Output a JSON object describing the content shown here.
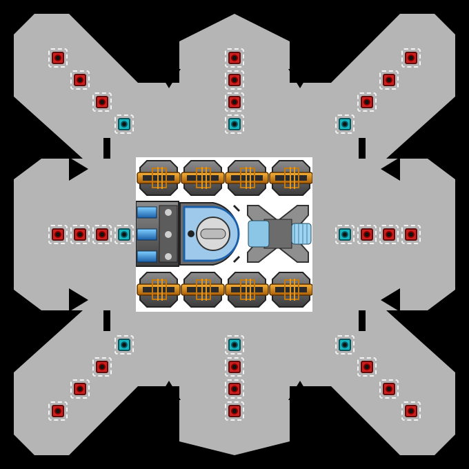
{
  "scene": {
    "type": "ship-builder-grid",
    "colors": {
      "background": "#000000",
      "hull": "#b5b5b5",
      "module_bay": "#ffffff",
      "red_block": "#d01e1e",
      "cyan_block": "#12b7c4",
      "thruster_accent": "#e08a12",
      "shield_blue": "#3a8fd6"
    },
    "legend": {
      "red_block": "red-armor-block",
      "cyan_block": "cyan-connector-block"
    },
    "arms": [
      {
        "name": "top-left-arm",
        "tiles": [
          "red",
          "red",
          "red",
          "cyan"
        ]
      },
      {
        "name": "top-arm",
        "tiles": [
          "red",
          "red",
          "red",
          "cyan"
        ]
      },
      {
        "name": "top-right-arm",
        "tiles": [
          "red",
          "red",
          "red",
          "cyan"
        ]
      },
      {
        "name": "left-arm",
        "tiles": [
          "red",
          "red",
          "red",
          "cyan"
        ]
      },
      {
        "name": "right-arm",
        "tiles": [
          "cyan",
          "red",
          "red",
          "red"
        ]
      },
      {
        "name": "bottom-left-arm",
        "tiles": [
          "cyan",
          "red",
          "red",
          "red"
        ]
      },
      {
        "name": "bottom-arm",
        "tiles": [
          "cyan",
          "red",
          "red",
          "red"
        ]
      },
      {
        "name": "bottom-right-arm",
        "tiles": [
          "cyan",
          "red",
          "red",
          "red"
        ]
      }
    ],
    "core": {
      "top_thrusters": 4,
      "bottom_thrusters": 4,
      "modules": [
        "battery-pack-icon",
        "shield-generator-icon",
        "plasma-cannon-icon"
      ]
    }
  }
}
